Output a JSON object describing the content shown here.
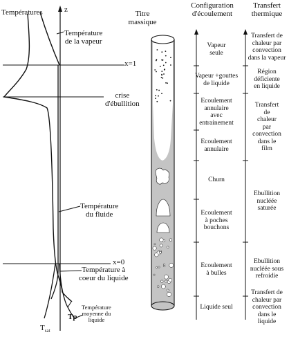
{
  "left": {
    "temperatures": "Températures",
    "z": "z",
    "vapor_temp": [
      "Température",
      "de la vapeur"
    ],
    "x1": "x=1",
    "crise": [
      "crise",
      "d'ébullition"
    ],
    "fluid_temp": [
      "Température",
      "du fluide"
    ],
    "x0": "x=0",
    "core_temp": [
      "Température à",
      "coeur du liquide"
    ],
    "avg_temp": [
      "Température",
      "moyenne du",
      "liquide"
    ],
    "tsat_main": "T",
    "tsat_sub": "sat",
    "tp": "Tp"
  },
  "headers": {
    "titre": [
      "Titre",
      "massique"
    ],
    "config": [
      "Configuration",
      "d'écoulement"
    ],
    "transfert": [
      "Transfert",
      "thermique"
    ]
  },
  "flow_regimes": [
    [
      "Vapeur",
      "seule"
    ],
    [
      "Vapeur +gouttes",
      "de liquide"
    ],
    [
      "Ecoulement",
      "annulaire",
      "avec",
      "entrainement"
    ],
    [
      "Ecoulement",
      "annulaire"
    ],
    [
      "Churn"
    ],
    [
      "Ecoulement",
      "à poches",
      "bouchons"
    ],
    [
      "Ecoulement",
      "à bulles"
    ],
    [
      "Liquide seul"
    ]
  ],
  "heat_transfer": [
    [
      "Transfert de",
      "chaleur par",
      "convection",
      "dans la vapeur"
    ],
    [
      "Région",
      "déficiente",
      "en liquide"
    ],
    [
      "Transfert",
      "de",
      "chaleur",
      "par",
      "convection",
      "dans le",
      "film"
    ],
    [
      "Ebullition",
      "nucléée",
      "saturée"
    ],
    [
      "Ebullition",
      "nucléée sous",
      "refroidie"
    ],
    [
      "Transfert de",
      "chaleur par",
      "convection",
      "dans le",
      "liquide"
    ]
  ],
  "colors": {
    "line": "#111111",
    "tube_fill": "#c4c4c4",
    "bubble_fill": "#ffffff"
  }
}
